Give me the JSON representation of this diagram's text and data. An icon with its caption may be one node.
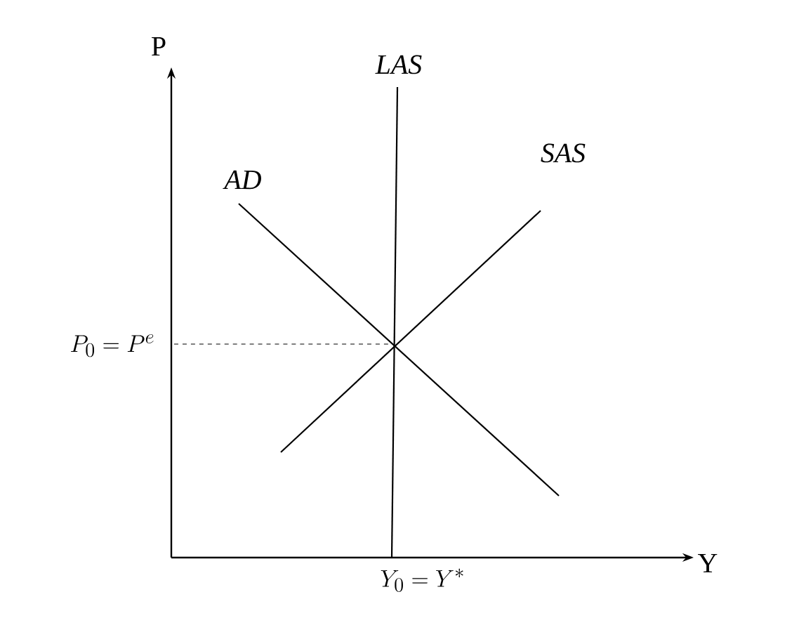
{
  "diagram": {
    "labels": [
      "P",
      "LAS",
      "AD",
      "SAS",
      "P_0 = P^e",
      "Y",
      "Y_0 = Y^*"
    ]
  }
}
